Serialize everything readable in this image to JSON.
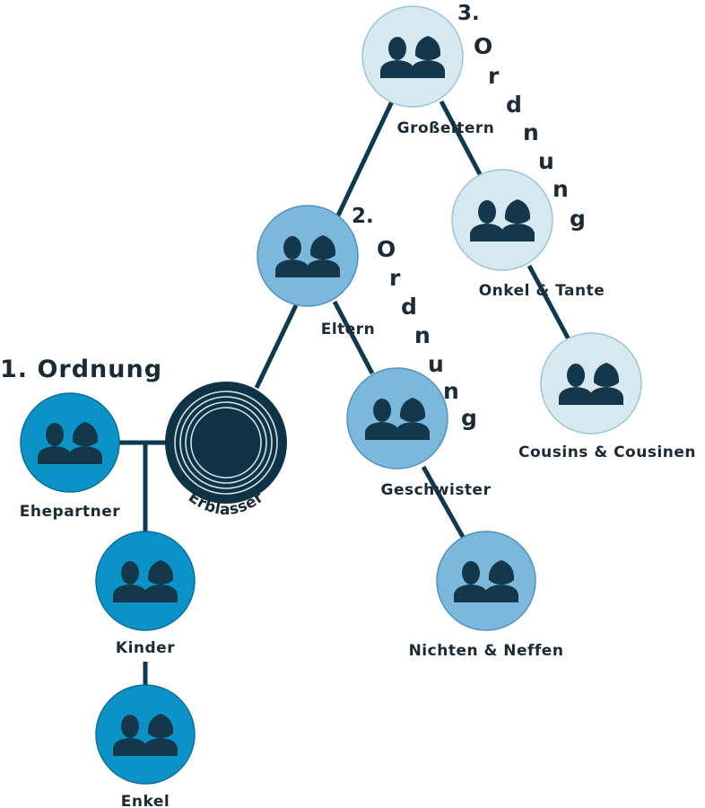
{
  "orders": {
    "first": "1. Ordnung",
    "second_num": "2.",
    "second_word": "Ordnung",
    "third_num": "3.",
    "third_word": "Ordnung"
  },
  "nodes": {
    "erblasser": "Erblasser",
    "ehepartner": "Ehepartner",
    "kinder": "Kinder",
    "enkel": "Enkel",
    "eltern": "Eltern",
    "geschwister": "Geschwister",
    "nichten_neffen": "Nichten & Neffen",
    "grosseltern": "Großeltern",
    "onkel_tante": "Onkel & Tante",
    "cousins": "Cousins & Cousinen"
  },
  "colors": {
    "order1_fill": "#0b93c8",
    "order2_fill": "#7bb8dc",
    "order3_fill": "#d6e9f1",
    "erblasser_fill": "#0e3346",
    "silhouette": "#13384b",
    "edge": "#0f3a4e"
  },
  "icons": {
    "person_pair": "two-person-silhouette-icon",
    "erblasser": "concentric-rings-icon"
  }
}
